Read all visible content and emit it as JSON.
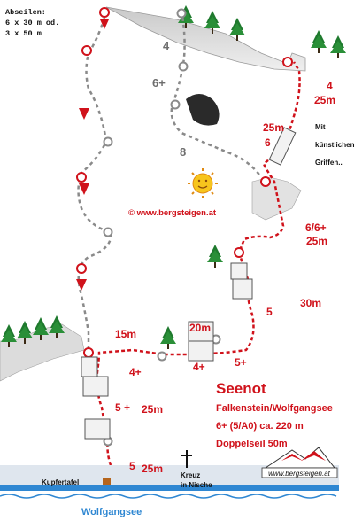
{
  "abseil": {
    "title": "Abseilen:",
    "line1": "6 x 30 m od.",
    "line2": "3 x 50 m"
  },
  "copyright": "© www.bergsteigen.at",
  "artificial_holds": {
    "line1": "Mit",
    "line2": "künstlichen",
    "line3": "Griffen.."
  },
  "gray_grades": {
    "g1": "4",
    "g2": "6+",
    "g3": "8"
  },
  "pitches": {
    "p1_grade": "5",
    "p1_len": "25m",
    "p2_grade": "5 +",
    "p2_len": "25m",
    "p3_len": "15m",
    "p3_grade": "4+",
    "p4_len": "20m",
    "p4_grade_a": "4+",
    "p4_grade_b": "5+",
    "p5_grade": "5",
    "p5_len": "30m",
    "p6_grade": "6/6+",
    "p6_len": "25m",
    "p7_len": "25m",
    "p7_grade": "6",
    "p8_grade": "4",
    "p8_len": "25m"
  },
  "info": {
    "route": "Seenot",
    "location": "Falkenstein/Wolfgangsee",
    "difficulty": "6+ (5/A0) ca. 220 m",
    "rope": "Doppelseil 50m"
  },
  "landmarks": {
    "copper_plate": "Kupfertafel",
    "cross_line1": "Kreuz",
    "cross_line2": "in Nische",
    "lake": "Wolfgangsee"
  },
  "logo_text": "www.bergsteigen.at",
  "colors": {
    "route_red": "#d0121b",
    "abseil_gray": "#8a8a8a",
    "rock_gray": "#d9d9d9",
    "water_blue": "#2f87d2",
    "tree_green": "#1f7a2e",
    "sun_yellow": "#f7c51d"
  }
}
